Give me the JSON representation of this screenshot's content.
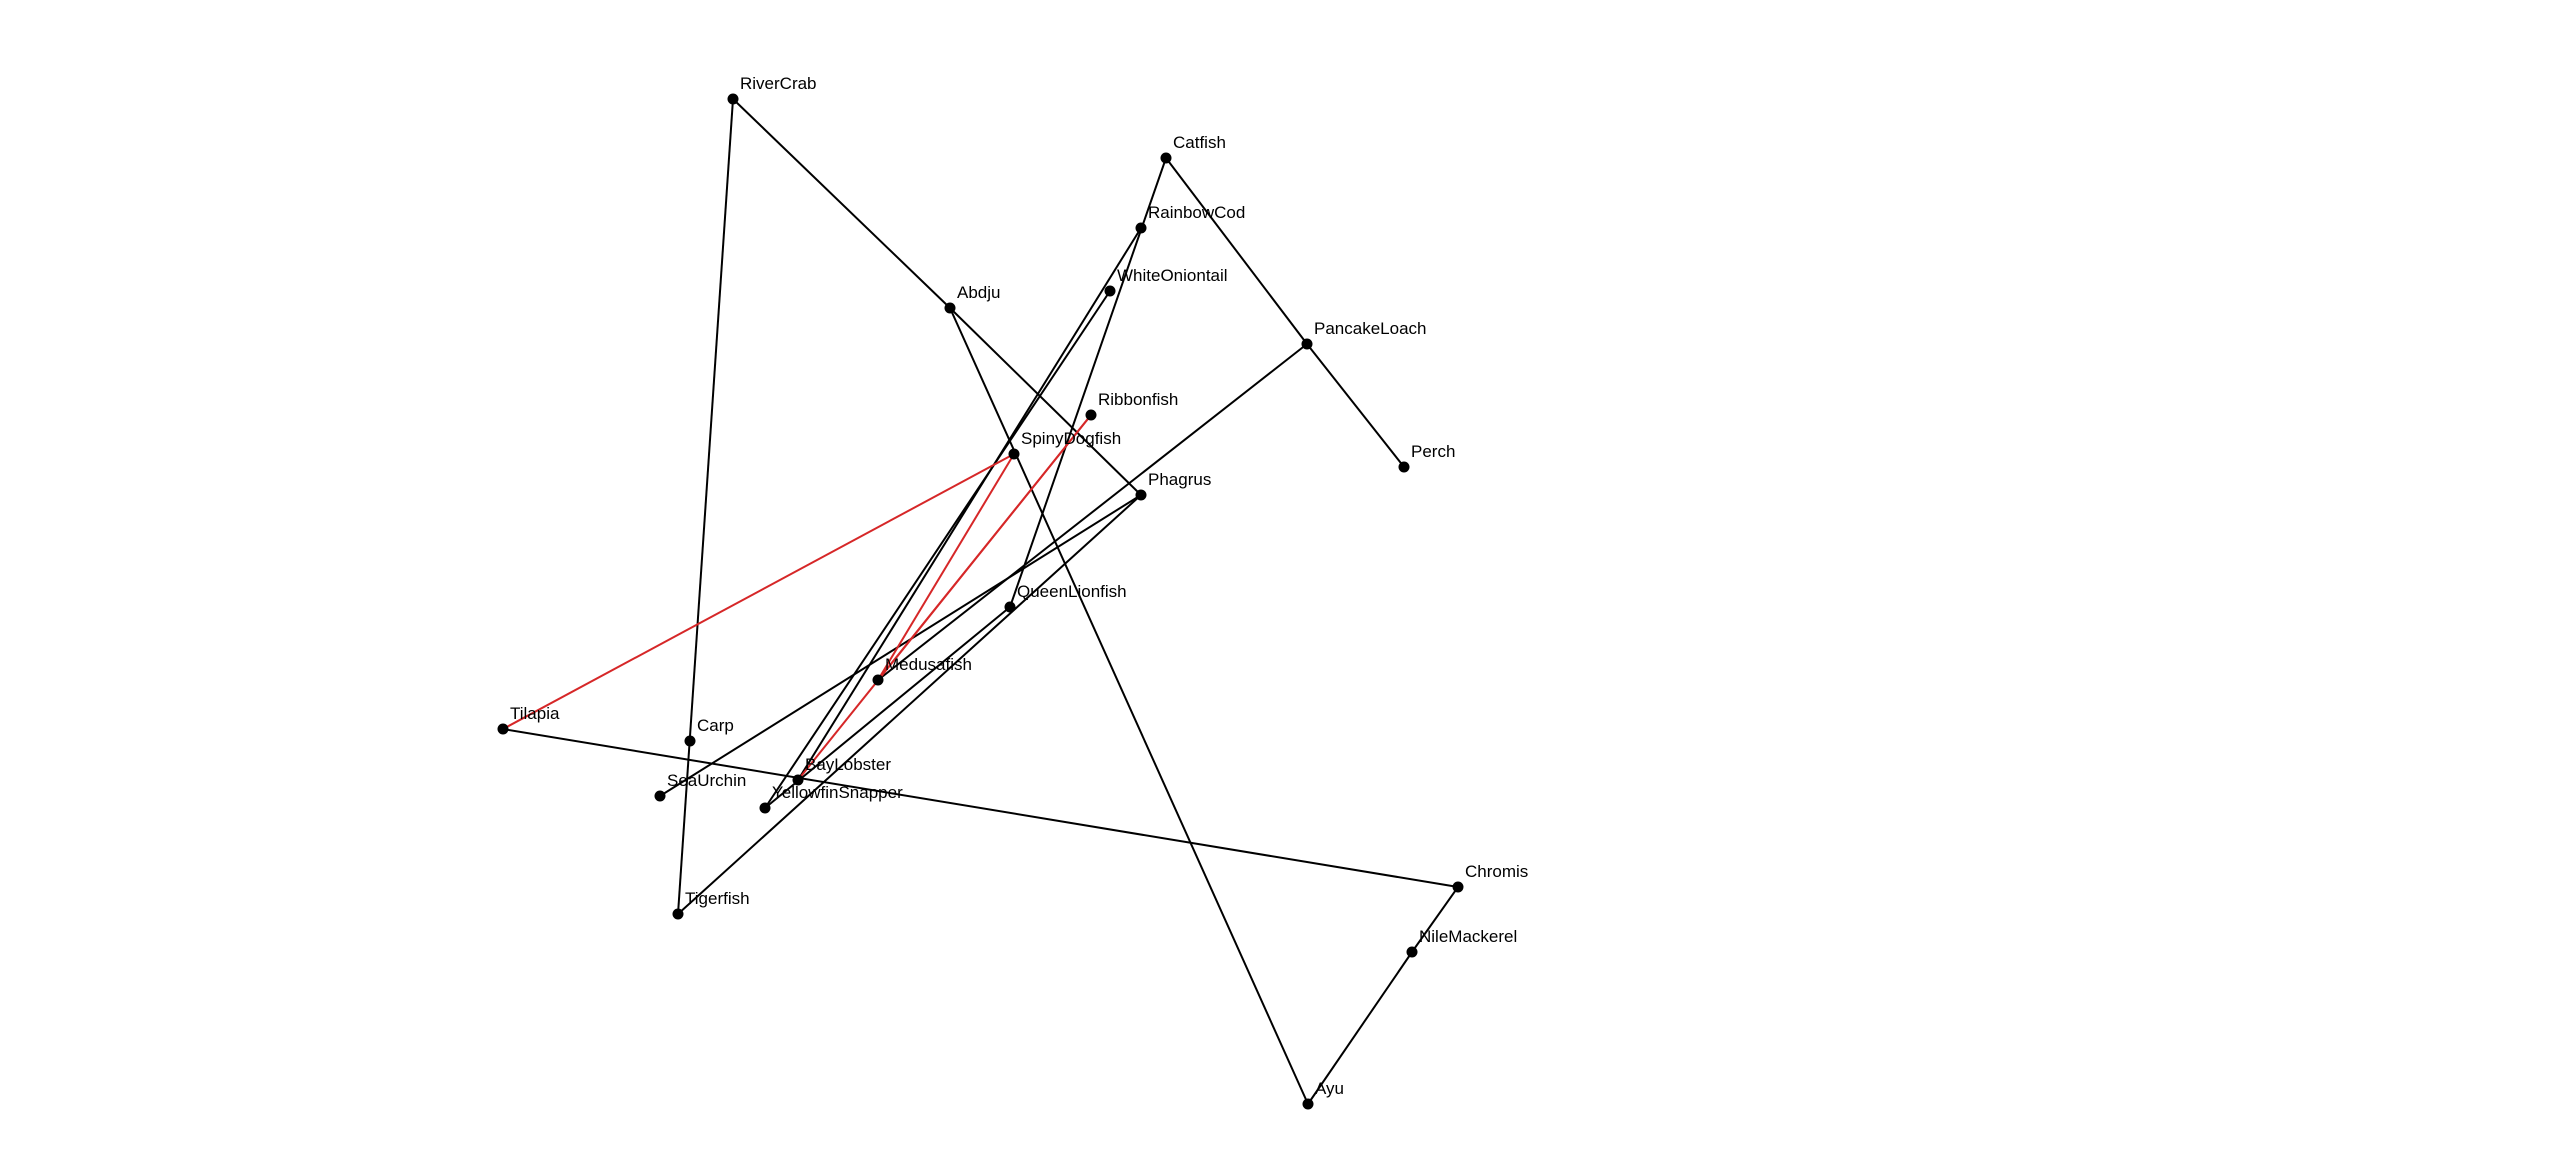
{
  "graph": {
    "colors": {
      "edge": "#000000",
      "highlight_edge": "#d62728",
      "node": "#000000"
    },
    "nodes": [
      {
        "id": "RiverCrab",
        "label": "RiverCrab"
      },
      {
        "id": "Catfish",
        "label": "Catfish"
      },
      {
        "id": "RainbowCod",
        "label": "RainbowCod"
      },
      {
        "id": "Abdju",
        "label": "Abdju"
      },
      {
        "id": "WhiteOniontail",
        "label": "WhiteOniontail"
      },
      {
        "id": "PancakeLoach",
        "label": "PancakeLoach"
      },
      {
        "id": "Ribbonfish",
        "label": "Ribbonfish"
      },
      {
        "id": "SpinyDogfish",
        "label": "SpinyDogfish"
      },
      {
        "id": "Perch",
        "label": "Perch"
      },
      {
        "id": "Phagrus",
        "label": "Phagrus"
      },
      {
        "id": "QueenLionfish",
        "label": "QueenLionfish"
      },
      {
        "id": "Medusafish",
        "label": "Medusafish"
      },
      {
        "id": "Tilapia",
        "label": "Tilapia"
      },
      {
        "id": "Carp",
        "label": "Carp"
      },
      {
        "id": "SeaUrchin",
        "label": "SeaUrchin"
      },
      {
        "id": "BayLobster",
        "label": "BayLobster"
      },
      {
        "id": "YellowfinSnapper",
        "label": "YellowfinSnapper"
      },
      {
        "id": "Chromis",
        "label": "Chromis"
      },
      {
        "id": "Tigerfish",
        "label": "Tigerfish"
      },
      {
        "id": "NileMackerel",
        "label": "NileMackerel"
      },
      {
        "id": "Ayu",
        "label": "Ayu"
      }
    ],
    "edges": [
      {
        "source": "RiverCrab",
        "target": "Tigerfish",
        "highlight": false
      },
      {
        "source": "RiverCrab",
        "target": "Abdju",
        "highlight": false
      },
      {
        "source": "Abdju",
        "target": "Phagrus",
        "highlight": false
      },
      {
        "source": "Abdju",
        "target": "Ayu",
        "highlight": false
      },
      {
        "source": "Catfish",
        "target": "QueenLionfish",
        "highlight": false
      },
      {
        "source": "Catfish",
        "target": "PancakeLoach",
        "highlight": false
      },
      {
        "source": "PancakeLoach",
        "target": "Perch",
        "highlight": false
      },
      {
        "source": "PancakeLoach",
        "target": "Medusafish",
        "highlight": false
      },
      {
        "source": "RainbowCod",
        "target": "BayLobster",
        "highlight": false
      },
      {
        "source": "WhiteOniontail",
        "target": "YellowfinSnapper",
        "highlight": false
      },
      {
        "source": "Phagrus",
        "target": "SeaUrchin",
        "highlight": false
      },
      {
        "source": "Phagrus",
        "target": "Tigerfish",
        "highlight": false
      },
      {
        "source": "QueenLionfish",
        "target": "YellowfinSnapper",
        "highlight": false
      },
      {
        "source": "Tilapia",
        "target": "Chromis",
        "highlight": false
      },
      {
        "source": "Chromis",
        "target": "NileMackerel",
        "highlight": false
      },
      {
        "source": "NileMackerel",
        "target": "Ayu",
        "highlight": false
      },
      {
        "source": "Tilapia",
        "target": "SpinyDogfish",
        "highlight": true
      },
      {
        "source": "SpinyDogfish",
        "target": "Medusafish",
        "highlight": true
      },
      {
        "source": "Medusafish",
        "target": "Ribbonfish",
        "highlight": true
      },
      {
        "source": "Ribbonfish",
        "target": "BayLobster",
        "highlight": true
      }
    ]
  }
}
